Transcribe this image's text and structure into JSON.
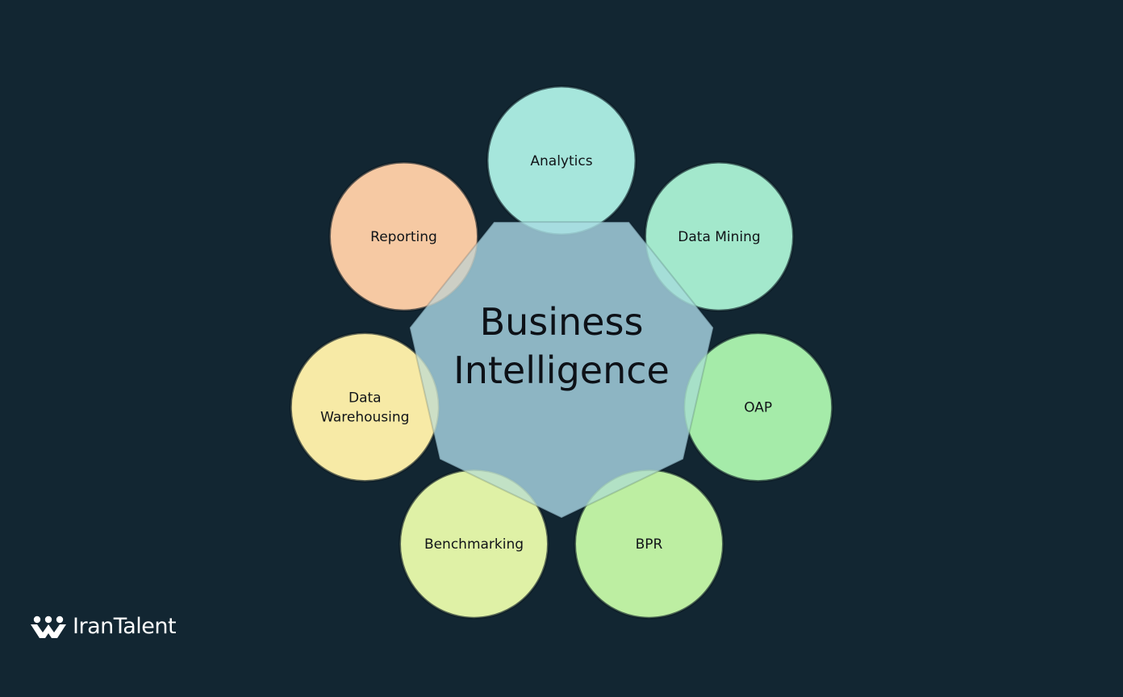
{
  "background": "#122632",
  "center": {
    "lines": [
      "Business",
      "Intelligence"
    ],
    "fill": "#a8d6e3"
  },
  "nodes": [
    {
      "id": "analytics",
      "lines": [
        "Analytics"
      ],
      "fill": "#a6e6dc"
    },
    {
      "id": "data-mining",
      "lines": [
        "Data Mining"
      ],
      "fill": "#a3e8cc"
    },
    {
      "id": "oap",
      "lines": [
        "OAP"
      ],
      "fill": "#a5ecaa"
    },
    {
      "id": "bpr",
      "lines": [
        "BPR"
      ],
      "fill": "#bdeea2"
    },
    {
      "id": "benchmarking",
      "lines": [
        "Benchmarking"
      ],
      "fill": "#dff2a6"
    },
    {
      "id": "data-warehousing",
      "lines": [
        "Data",
        "Warehousing"
      ],
      "fill": "#f7eaa6"
    },
    {
      "id": "reporting",
      "lines": [
        "Reporting"
      ],
      "fill": "#f6c9a4"
    }
  ],
  "logo": {
    "text": "IranTalent",
    "icon": "irantalent-logo-icon",
    "color": "#ffffff"
  }
}
